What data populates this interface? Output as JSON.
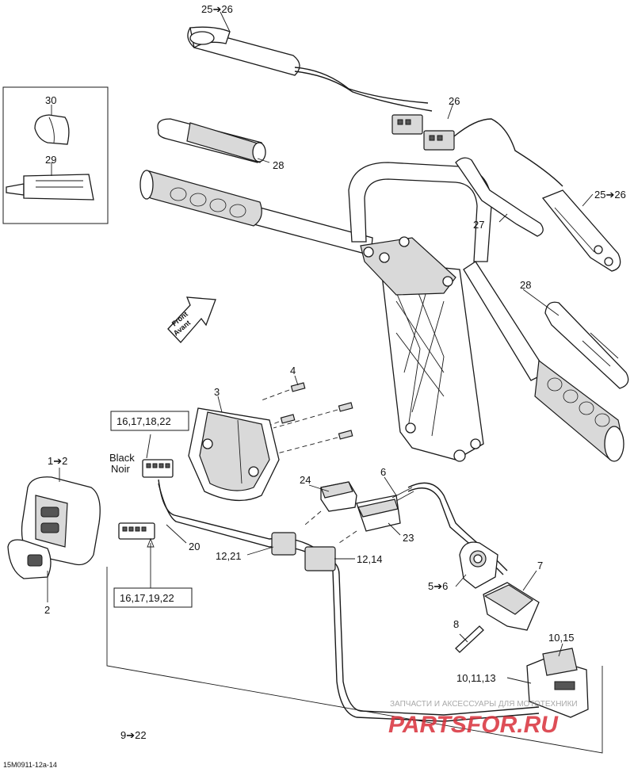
{
  "labels": {
    "l25_26_top": "25➔26",
    "l26": "26",
    "l30": "30",
    "l29": "29",
    "l28_top": "28",
    "l27": "27",
    "l25_26_right": "25➔26",
    "l28_right": "28",
    "l4": "4",
    "l3": "3",
    "box_top": "16,17,18,22",
    "black": "Black",
    "noir": "Noir",
    "l1_2": "1➔2",
    "l24": "24",
    "l6": "6",
    "l23": "23",
    "l20": "20",
    "l12_21": "12,21",
    "l12_14": "12,14",
    "l7": "7",
    "l5_6": "5➔6",
    "box_bottom": "16,17,19,22",
    "l2": "2",
    "l8": "8",
    "l10_15": "10,15",
    "l10_11_13": "10,11,13",
    "l9_22": "9➔22",
    "front": "Front",
    "avant": "Avant",
    "ref_code": "15M0911-12a-14"
  },
  "watermark": {
    "line1": "ЗАПЧАСТИ И АКСЕССУАРЫ ДЛЯ МОТОТЕХНИКИ",
    "line2": "PARTSFOR.RU",
    "color": "#d9303a"
  }
}
